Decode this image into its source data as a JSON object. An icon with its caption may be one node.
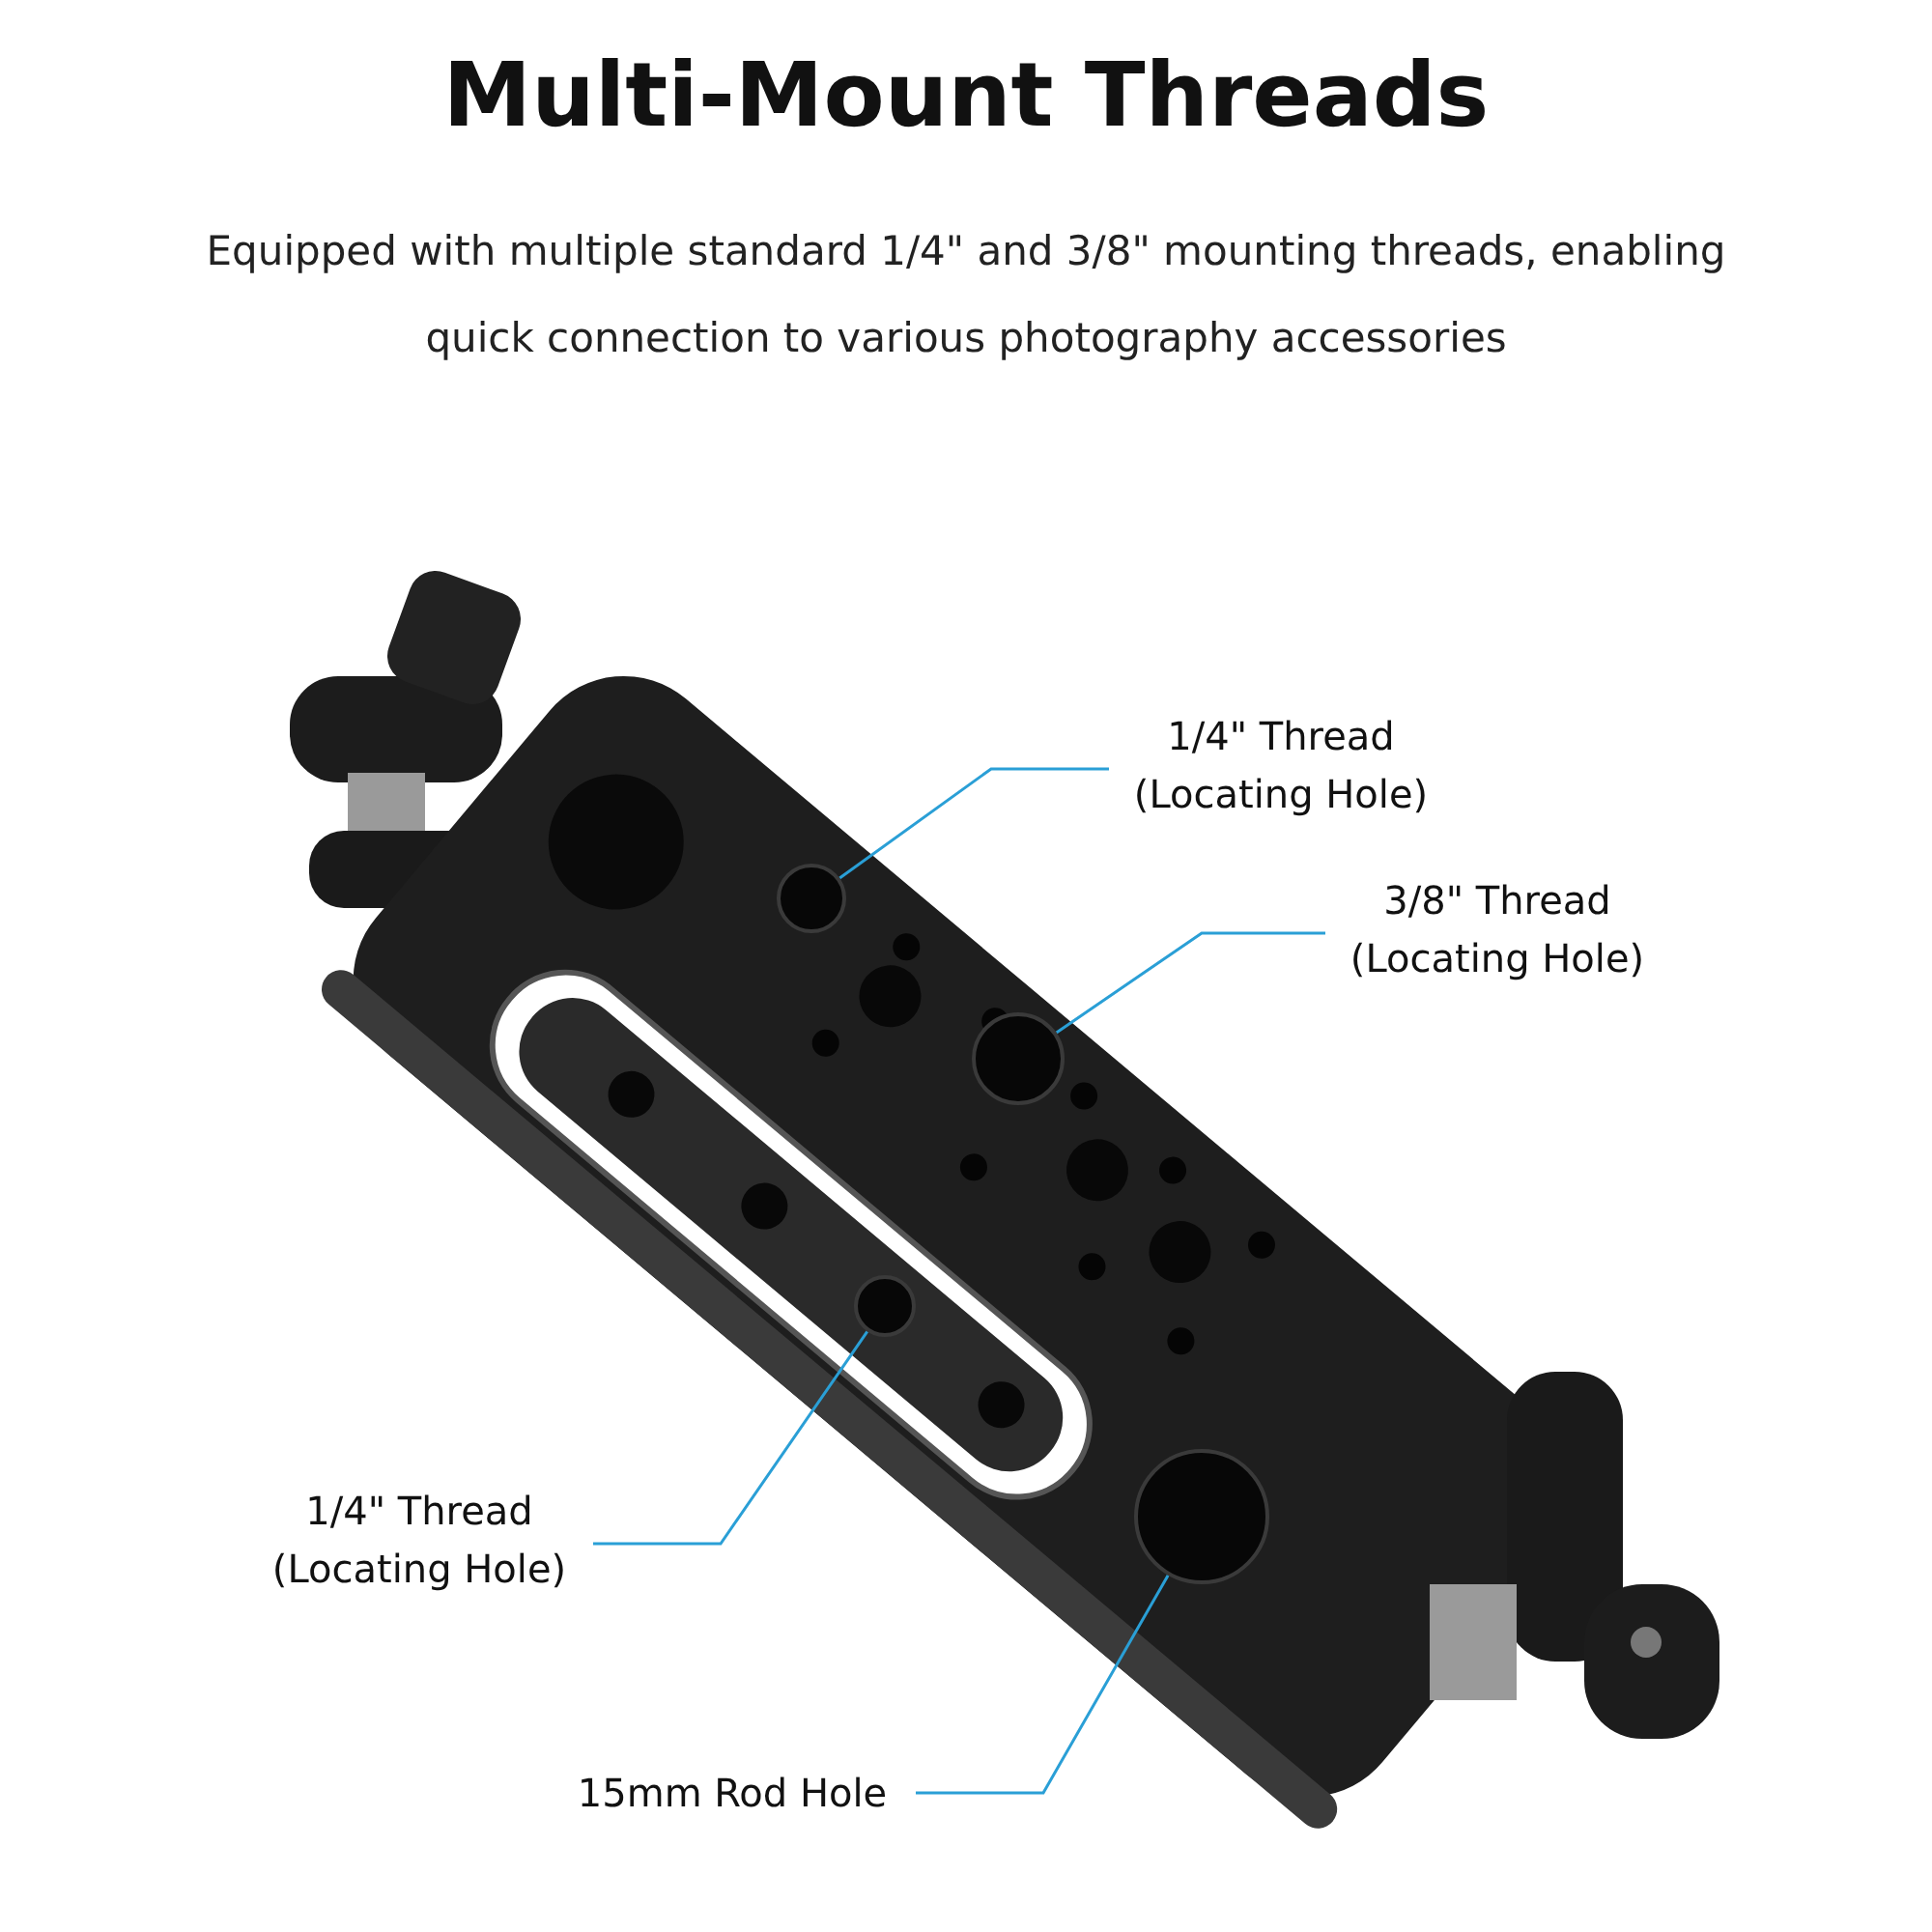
{
  "diagram": {
    "title": "Multi-Mount Threads",
    "nodes": [
      {
        "text": [
          "1/4\" Thread (Locating Hole)"
        ]
      },
      {
        "text": [],
        "shape": "circle"
      },
      {
        "text": [
          "3/8\" Thread (Locating Hole)"
        ]
      },
      {
        "text": [],
        "shape": "circle"
      },
      {
        "text": [
          "1/4\" Thread (Locating Hole)"
        ]
      },
      {
        "text": [],
        "shape": "circle"
      },
      {
        "text": [
          "15mm Rod Hole"
        ]
      },
      {
        "text": [],
        "shape": "circle"
      }
    ],
    "edges": [
      {
        "from": 0,
        "to": 1,
        "arrow": "none"
      },
      {
        "from": 2,
        "to": 3,
        "arrow": "none"
      },
      {
        "from": 4,
        "to": 5,
        "arrow": "none"
      },
      {
        "from": 6,
        "to": 7,
        "arrow": "none"
      }
    ],
    "labels": [
      "Equipped with multiple standard 1/4\" and 3/8\" mounting threads, enabling quick connection to various photography accessories"
    ]
  }
}
